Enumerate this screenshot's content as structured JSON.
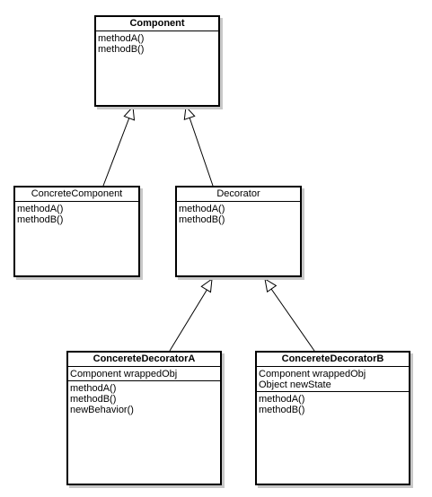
{
  "classes": {
    "component": {
      "name": "Component",
      "methods": [
        "methodA()",
        "methodB()"
      ]
    },
    "concrete_component": {
      "name": "ConcreteComponent",
      "methods": [
        "methodA()",
        "methodB()"
      ]
    },
    "decorator": {
      "name": "Decorator",
      "methods": [
        "methodA()",
        "methodB()"
      ]
    },
    "decorator_a": {
      "name": "ConcereteDecoratorA",
      "attributes": [
        "Component wrappedObj"
      ],
      "methods": [
        "methodA()",
        "methodB()",
        "newBehavior()"
      ]
    },
    "decorator_b": {
      "name": "ConcereteDecoratorB",
      "attributes": [
        "Component wrappedObj",
        "Object newState"
      ],
      "methods": [
        "methodA()",
        "methodB()"
      ]
    }
  },
  "relations": [
    {
      "type": "generalization",
      "from": "concrete_component",
      "to": "component"
    },
    {
      "type": "generalization",
      "from": "decorator",
      "to": "component"
    },
    {
      "type": "generalization",
      "from": "decorator_a",
      "to": "decorator"
    },
    {
      "type": "generalization",
      "from": "decorator_b",
      "to": "decorator"
    }
  ]
}
